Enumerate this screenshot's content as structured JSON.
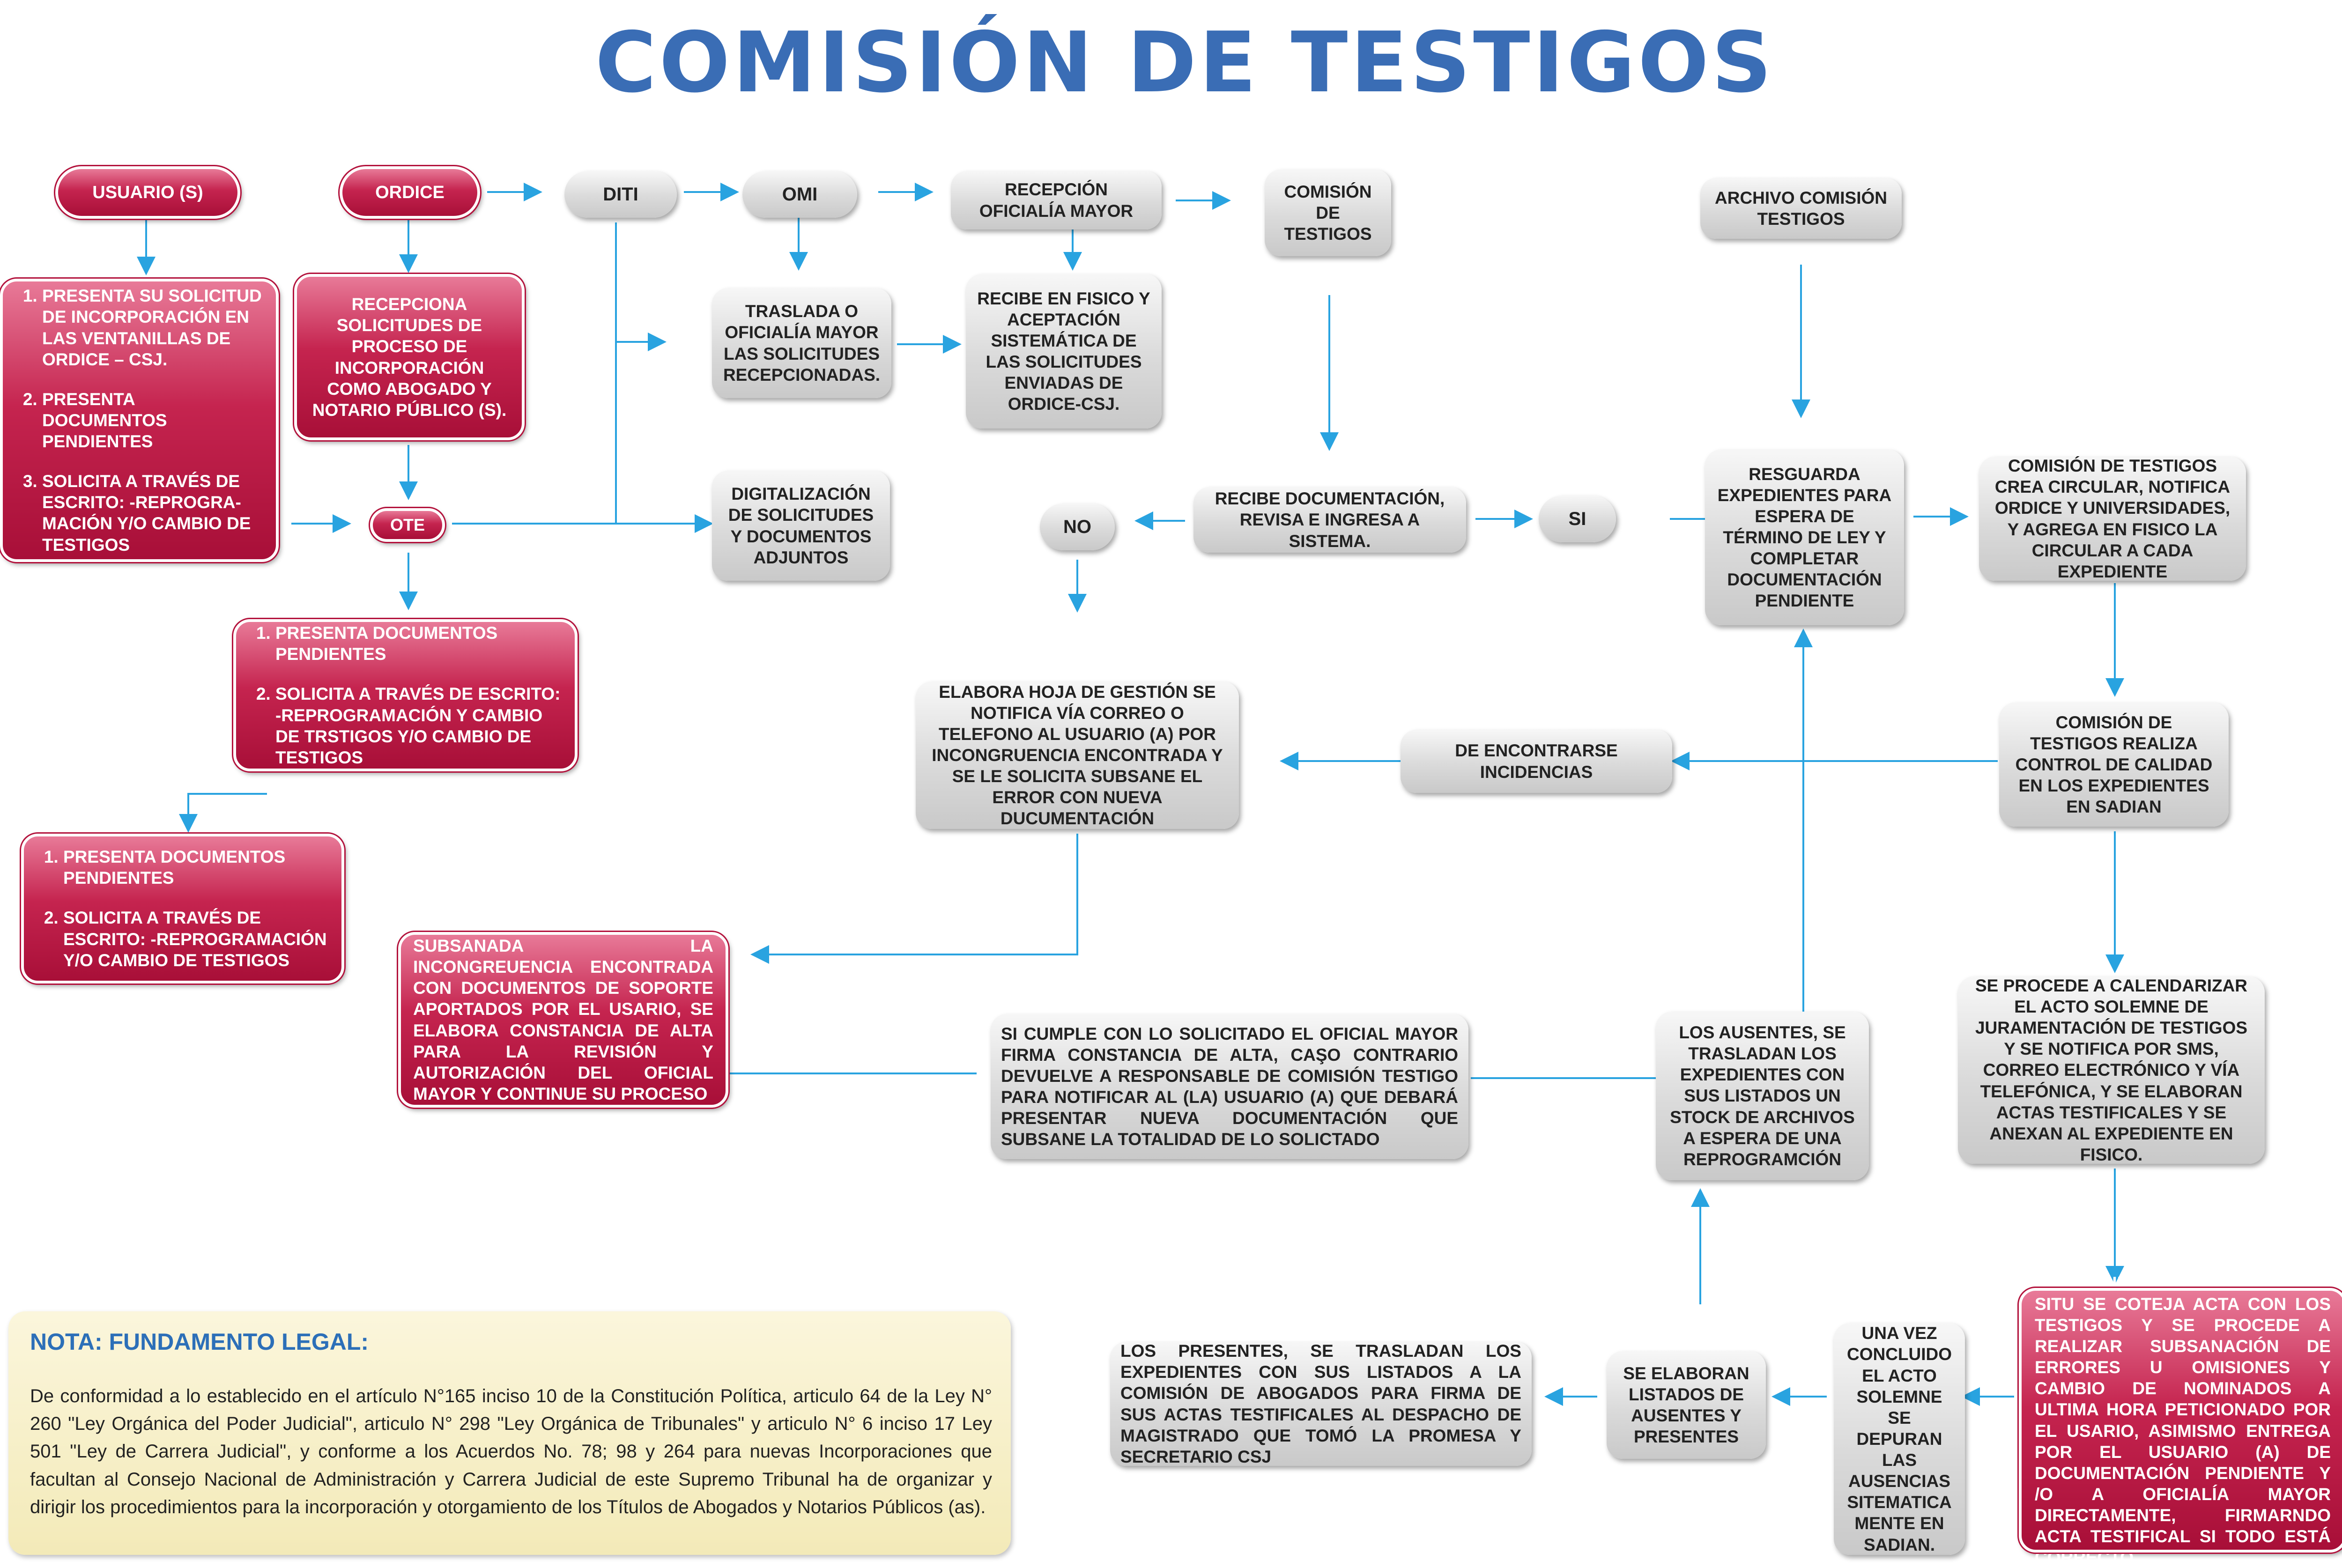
{
  "title": "COMISIÓN DE TESTIGOS",
  "colors": {
    "title": "#3a6db5",
    "arrow": "#29a3e0",
    "red_box": "#c5244f",
    "gray_box": "#d6d6d6",
    "note_bg": "#f6efc8",
    "note_title": "#2c6fb8"
  },
  "nodes": {
    "usuario": "USUARIO (S)",
    "ordice": "ORDICE",
    "diti": "DITI",
    "omi": "OMI",
    "recepcion_oficialia": "RECEPCIÓN OFICIALÍA MAYOR",
    "comision_testigos": "COMISIÓN DE TESTIGOS",
    "archivo": "ARCHIVO COMISIÓN TESTIGOS",
    "usuario_steps": [
      "PRESENTA SU SOLICITUD DE INCORPORACIÓN EN LAS VENTANILLAS DE ORDICE – CSJ.",
      "PRESENTA DOCUMENTOS PENDIENTES",
      "SOLICITA A TRAVÉS DE ESCRITO: -REPROGRA-MACIÓN Y/O CAMBIO DE TESTIGOS"
    ],
    "recepciona": "RECEPCIONA SOLICITUDES DE PROCESO DE INCORPORACIÓN COMO ABOGADO Y NOTARIO PÚBLICO (S).",
    "traslada": "TRASLADA O OFICIALÍA MAYOR LAS SOLICITUDES RECEPCIONADAS.",
    "recibe_fisico": "RECIBE EN FISICO Y ACEPTACIÓN SISTEMÁTICA DE LAS SOLICITUDES ENVIADAS DE ORDICE-CSJ.",
    "ote": "OTE",
    "digitalizacion": "DIGITALIZACIÓN DE SOLICITUDES Y DOCUMENTOS ADJUNTOS",
    "no": "NO",
    "recibe_doc": "RECIBE DOCUMENTACIÓN, REVISA E INGRESA A SISTEMA.",
    "si": "SI",
    "resguarda": "RESGUARDA EXPEDIENTES PARA ESPERA DE TÉRMINO DE LEY Y COMPLETAR DOCUMENTACIÓN PENDIENTE",
    "crea_circular": "COMISIÓN DE TESTIGOS CREA CIRCULAR, NOTIFICA ORDICE Y UNIVERSIDADES, Y AGREGA EN FISICO LA CIRCULAR A CADA EXPEDIENTE",
    "ote_steps": [
      "PRESENTA DOCUMENTOS PENDIENTES",
      "SOLICITA A TRAVÉS DE ESCRITO: -REPROGRAMACIÓN Y CAMBIO DE TRSTIGOS Y/O CAMBIO DE TESTIGOS"
    ],
    "elabora_hoja": "ELABORA HOJA DE GESTIÓN SE NOTIFICA VÍA CORREO O TELEFONO AL USUARIO (A) POR INCONGRUENCIA ENCONTRADA Y SE LE SOLICITA SUBSANE EL ERROR CON NUEVA DUCUMENTACIÓN",
    "incidencias": "DE ENCONTRARSE INCIDENCIAS",
    "control_calidad": "COMISIÓN DE TESTIGOS REALIZA CONTROL DE CALIDAD EN LOS EXPEDIENTES EN SADIAN",
    "final_steps": [
      "PRESENTA DOCUMENTOS PENDIENTES",
      "SOLICITA A TRAVÉS DE ESCRITO: -REPROGRAMACIÓN Y/O CAMBIO DE TESTIGOS"
    ],
    "subsanada": "SUBSANADA LA INCONGREUENCIA ENCONTRADA CON DOCUMENTOS DE SOPORTE APORTADOS POR EL USARIO, SE ELABORA CONSTANCIA DE ALTA PARA LA REVISIÓN Y AUTORIZACIÓN DEL OFICIAL MAYOR Y CONTINUE SU PROCESO",
    "si_cumple": "SI CUMPLE CON LO SOLICITADO EL OFICIAL MAYOR FIRMA CONSTANCIA DE ALTA, CAŞO CONTRARIO DEVUELVE A RESPONSABLE DE COMISIÓN TESTIGO PARA NOTIFICAR AL (LA) USUARIO (A) QUE DEBARÁ PRESENTAR NUEVA DOCUMENTACIÓN QUE SUBSANE LA TOTALIDAD DE LO SOLICTADO",
    "ausentes": "LOS AUSENTES, SE TRASLADAN LOS EXPEDIENTES CON SUS LISTADOS UN STOCK DE ARCHIVOS A ESPERA DE UNA REPROGRAMCIÓN",
    "calendarizar": "SE PROCEDE A CALENDARIZAR EL ACTO SOLEMNE DE JURAMENTACIÓN DE TESTIGOS Y SE NOTIFICA POR SMS, CORREO ELECTRÓNICO Y VÍA TELEFÓNICA, Y SE ELABORAN ACTAS TESTIFICALES Y SE ANEXAN AL EXPEDIENTE EN FISICO.",
    "presentes": "LOS PRESENTES, SE TRASLADAN LOS EXPEDIENTES CON SUS LISTADOS A LA COMISIÓN DE ABOGADOS PARA FIRMA DE SUS ACTAS TESTIFICALES AL DESPACHO DE MAGISTRADO QUE TOMÓ LA PROMESA Y SECRETARIO CSJ",
    "elaboran_listados": "SE ELABORAN LISTADOS DE AUSENTES Y PRESENTES",
    "una_vez": "UNA VEZ CONCLUIDO EL ACTO SOLEMNE SE DEPURAN LAS AUSENCIAS SITEMATICA MENTE EN SADIAN.",
    "acto_solemne": "SE REALIZA ACTO SOLEMNE E IN SITU SE COTEJA ACTA CON LOS TESTIGOS Y SE PROCEDE A REALIZAR SUBSANACIÓN DE ERRORES U OMISIONES Y CAMBIO DE NOMINADOS A ULTIMA HORA PETICIONADO POR EL USARIO, ASIMISMO ENTREGA POR EL USUARIO (A) DE DOCUMENTACIÓN PENDIENTE Y /O A OFICIALÍA MAYOR DIRECTAMENTE, FIRMARNDO ACTA TESTIFICAL SI TODO ESTÁ CORRECTO."
  },
  "note": {
    "title": "NOTA: FUNDAMENTO LEGAL:",
    "body": "De conformidad a lo establecido en el artículo N°165 inciso 10 de la Constitución Política, articulo 64 de la Ley N° 260 \"Ley Orgánica del Poder Judicial\", articulo N° 298 \"Ley Orgánica de Tribunales\" y articulo N° 6 inciso 17 Ley 501 \"Ley de Carrera Judicial\", y conforme a los Acuerdos No. 78; 98 y 264 para nuevas Incorporaciones que facultan al Consejo Nacional de Administración y Carrera Judicial de este Supremo Tribunal ha de organizar y dirigir los procedimientos para la incorporación y otorgamiento de los Títulos de Abogados y Notarios Públicos (as)."
  }
}
